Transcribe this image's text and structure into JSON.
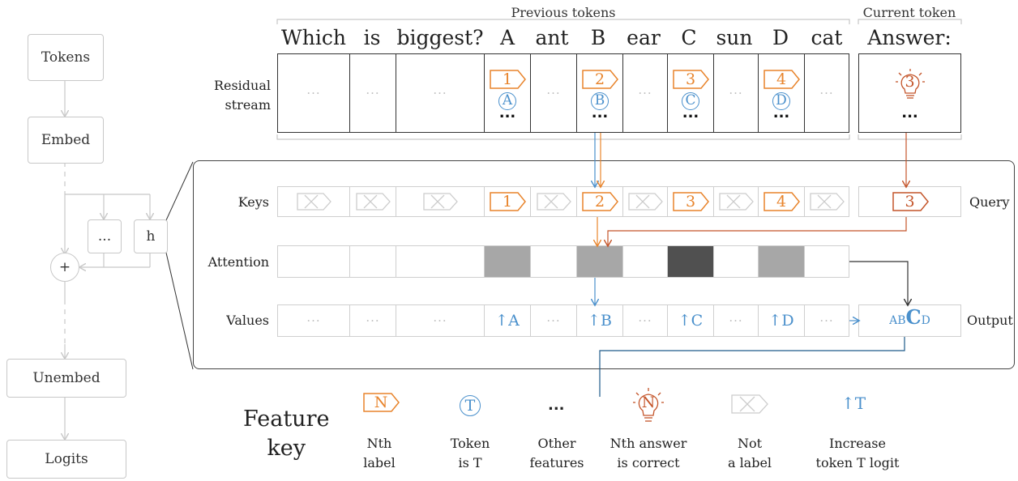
{
  "headers": {
    "previous": "Previous tokens",
    "current": "Current token"
  },
  "tokens": [
    "Which",
    "is",
    "biggest?",
    "A",
    "ant",
    "B",
    "ear",
    "C",
    "sun",
    "D",
    "cat"
  ],
  "current_token": "Answer:",
  "flow": {
    "tokens": "Tokens",
    "embed": "Embed",
    "unembed": "Unembed",
    "logits": "Logits",
    "dots": "...",
    "head": "h",
    "plus": "+"
  },
  "rows": {
    "residual": [
      "Residual",
      "stream"
    ],
    "keys": "Keys",
    "attention": "Attention",
    "values": "Values",
    "query": "Query",
    "output": "Output"
  },
  "residual": {
    "dots": "···",
    "bold_dots": "...",
    "labels": [
      "1",
      "2",
      "3",
      "4"
    ],
    "letters": [
      "A",
      "B",
      "C",
      "D"
    ],
    "bulb": "3"
  },
  "keys": {
    "labels": [
      "1",
      "2",
      "3",
      "4"
    ],
    "query": "3"
  },
  "attention": {
    "weights": [
      0,
      0,
      0,
      0.45,
      0,
      0.45,
      0,
      0.9,
      0,
      0.45,
      0
    ]
  },
  "values": {
    "items": [
      "↑A",
      "↑B",
      "↑C",
      "↑D"
    ],
    "dots": "···",
    "output_small_1": "AB",
    "output_big": "C",
    "output_small_2": "D"
  },
  "key": {
    "title": [
      "Feature",
      "key"
    ],
    "items": [
      {
        "icon": "N",
        "label": [
          "Nth",
          "label"
        ]
      },
      {
        "icon": "T",
        "label": [
          "Token",
          "is T"
        ]
      },
      {
        "icon": "...",
        "label": [
          "Other",
          "features"
        ]
      },
      {
        "icon": "N",
        "label": [
          "Nth answer",
          "is correct"
        ]
      },
      {
        "icon": "",
        "label": [
          "Not",
          "a label"
        ]
      },
      {
        "icon": "↑T",
        "label": [
          "Increase",
          "token T logit"
        ]
      }
    ]
  },
  "colors": {
    "orange": "#e8842c",
    "blue": "#4a90cc",
    "darkred": "#c4552a",
    "grey": "#c8c8c8"
  }
}
